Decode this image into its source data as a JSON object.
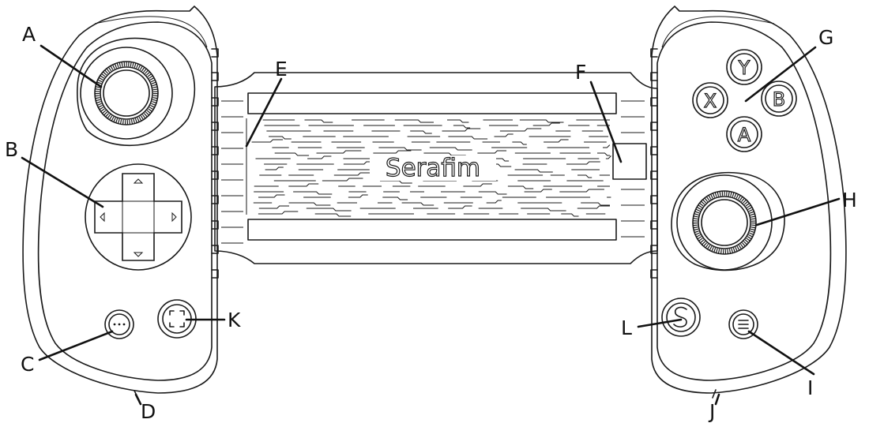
{
  "brand": "Serafim",
  "face_buttons": {
    "y": "Y",
    "x": "X",
    "b": "B",
    "a": "A"
  },
  "callouts": {
    "a": "A",
    "b": "B",
    "c": "C",
    "d": "D",
    "e": "E",
    "f": "F",
    "g": "G",
    "h": "H",
    "i": "I",
    "j": "J",
    "k": "K",
    "l": "L"
  }
}
